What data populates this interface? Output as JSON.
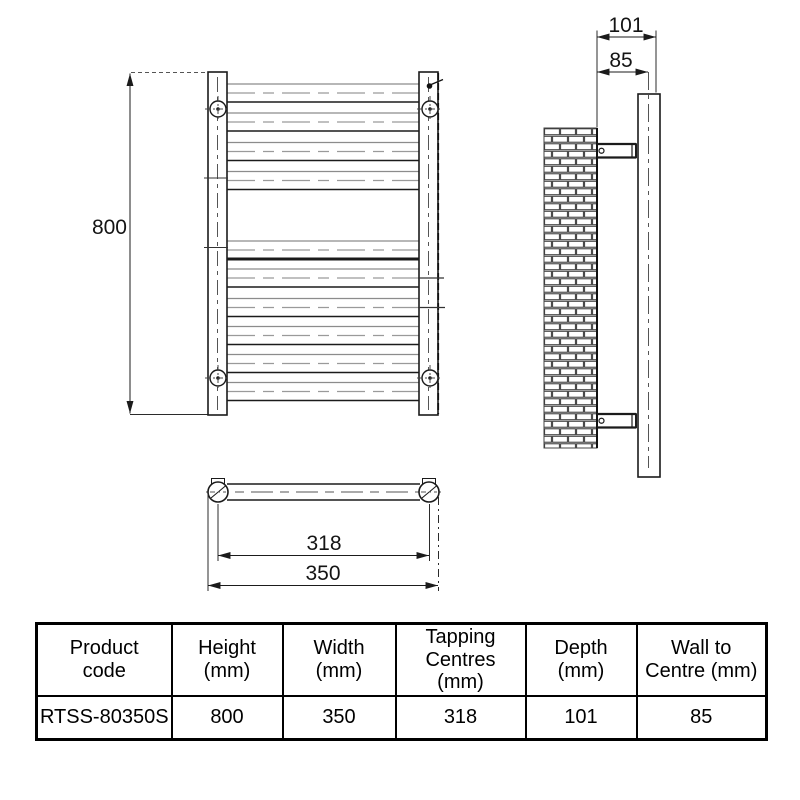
{
  "page": {
    "background": "#ffffff"
  },
  "drawing": {
    "front_view": {
      "height_label": "800"
    },
    "side_view": {
      "depth_label": "101",
      "wall_to_centre_label": "85"
    },
    "plan_view": {
      "tapping_centres_label": "318",
      "width_label": "350"
    }
  },
  "table": {
    "headers": [
      "Product\ncode",
      "Height\n(mm)",
      "Width\n(mm)",
      "Tapping\nCentres\n(mm)",
      "Depth\n(mm)",
      "Wall to\nCentre (mm)"
    ],
    "row": [
      "RTSS-80350S",
      "800",
      "350",
      "318",
      "101",
      "85"
    ]
  },
  "colors": {
    "line": "#1b1b1b",
    "dim_line": "#2b2b2b",
    "light_line": "#8c8c8c"
  }
}
